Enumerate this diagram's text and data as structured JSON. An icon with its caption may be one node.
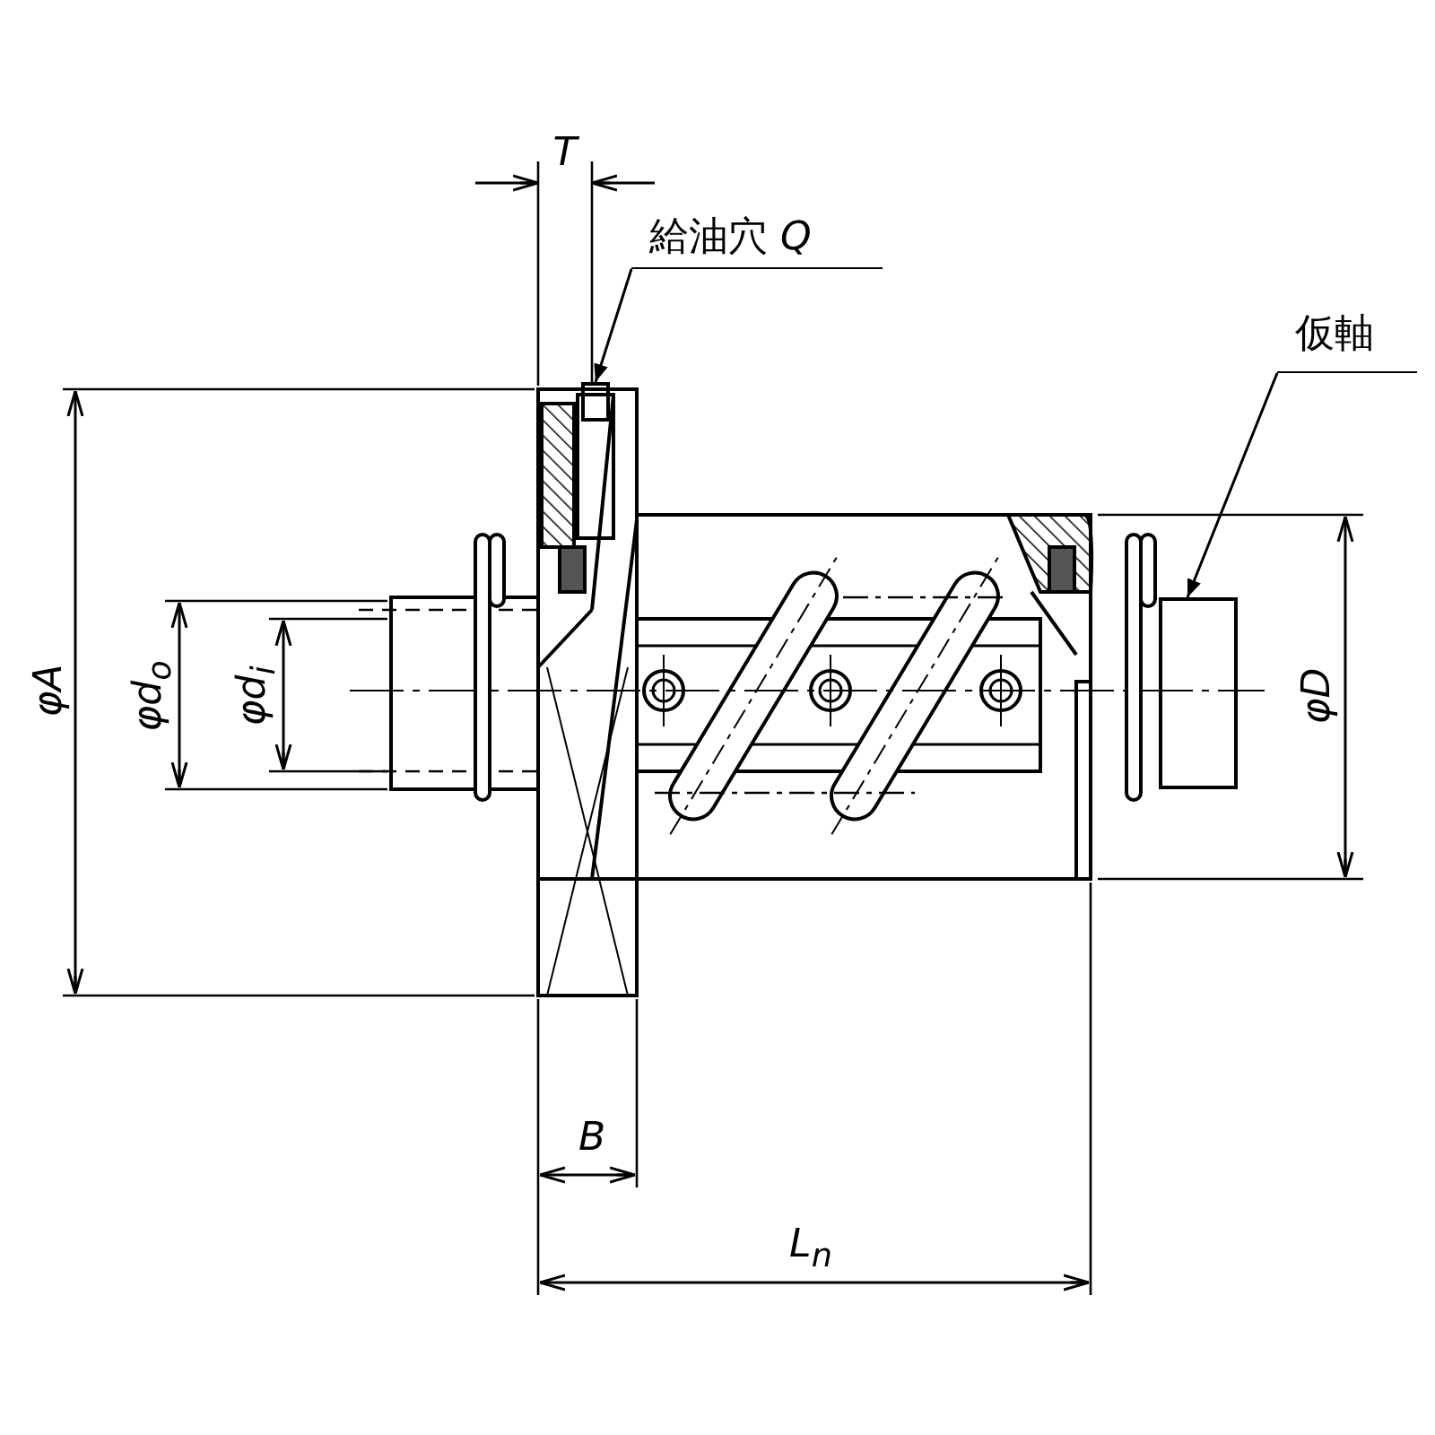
{
  "diagram": {
    "nodes": [
      {
        "text": [
          "給油穴 *Q*"
        ]
      },
      {
        "text": [],
        "shape": "box"
      },
      {
        "text": [
          "仮軸"
        ]
      },
      {
        "text": [],
        "shape": "box"
      }
    ],
    "edges": [
      {
        "from": 0,
        "to": 1,
        "arrow": "to"
      },
      {
        "from": 2,
        "to": 3,
        "arrow": "to"
      }
    ],
    "labels": [
      "T",
      "φA",
      "φd$_{o}$",
      "φd$_{i}$",
      "φD",
      "B",
      "L$_{n}$"
    ]
  }
}
